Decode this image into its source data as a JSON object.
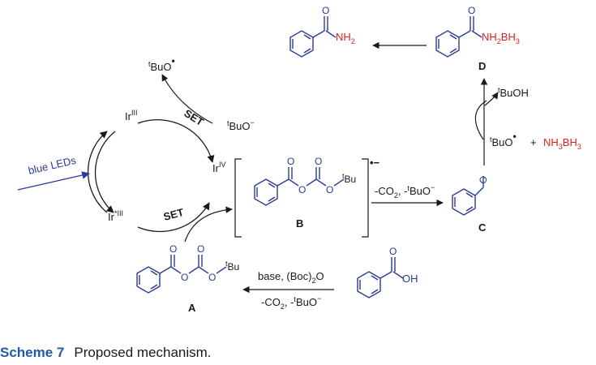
{
  "colors": {
    "structure_blue": "#2a3a96",
    "accent_red": "#e0201c",
    "ink": "#1a1a1a",
    "caption_accent": "#1f5ca8"
  },
  "cycle": {
    "light_source": "blue LEDs",
    "ir3": "Ir",
    "ir3_sup": "III",
    "ir3_excited": "Ir",
    "ir3_excited_sup": "*III",
    "ir4": "Ir",
    "ir4_sup": "IV",
    "set_top": "SET",
    "set_bottom": "SET"
  },
  "radicals": {
    "tbuo_radical": "BuO",
    "tbuo_anion": "BuO",
    "t_prefix": "t"
  },
  "compounds": {
    "A_label": "A",
    "B_label": "B",
    "C_label": "C",
    "D_label": "D",
    "tbu": "Bu",
    "o": "O",
    "oh": "OH",
    "nh2": "NH",
    "nh2bh3": "NH",
    "bh3": "BH",
    "nh3bh3": "NH",
    "nh3bh3_b": "BH",
    "tbuoh": "BuOH",
    "plus": "+"
  },
  "conditions": {
    "base_prefix": "base, (Boc)",
    "base_suffix": "O",
    "bottom_cond_a": "-CO",
    "bottom_cond_b": ", -",
    "bottom_cond_c": "BuO",
    "mid_cond_a": "-CO",
    "mid_cond_b": ", -",
    "mid_cond_c": "BuO"
  },
  "caption": {
    "label": "Scheme 7",
    "text": "Proposed mechanism."
  }
}
